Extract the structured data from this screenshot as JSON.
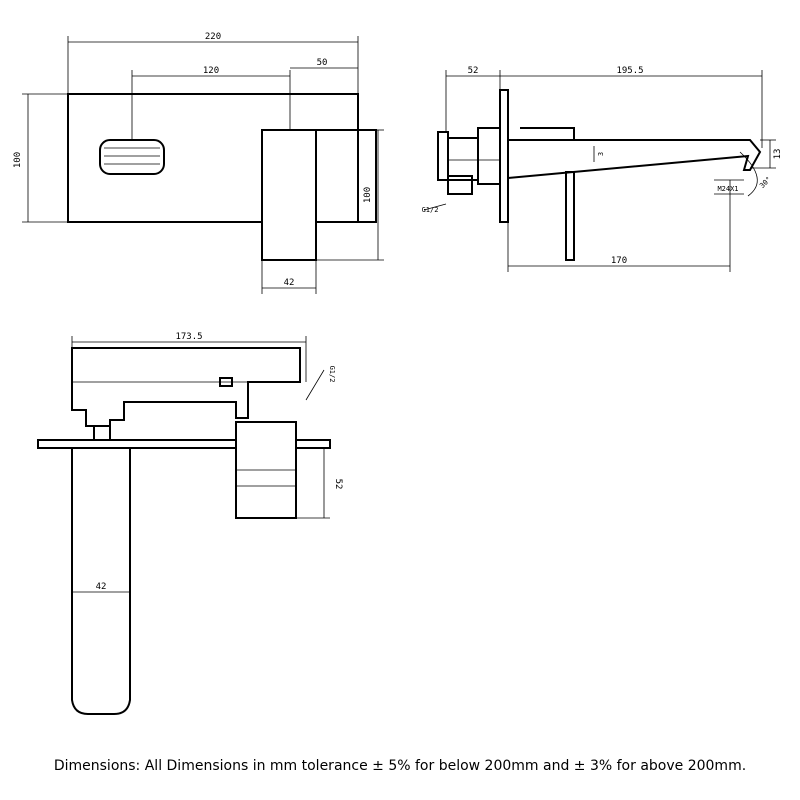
{
  "dimensions": {
    "front_width": "220",
    "front_spout_offset": "120",
    "front_handle_offset": "50",
    "front_height": "100",
    "handle_height": "100",
    "handle_width": "42",
    "side_wall_depth": "52",
    "side_spout_reach": "195.5",
    "side_base_depth": "170",
    "side_spout_height": "13",
    "side_outlet_gap": "3",
    "side_thread": "M24X1",
    "side_angle": "30°",
    "side_pipe": "G1/2",
    "top_length": "173.5",
    "top_pipe": "G1/2",
    "top_body_depth": "52",
    "top_handle_width": "42"
  },
  "note": "Dimensions: All Dimensions in mm tolerance ± 5% for below 200mm and ± 3% for above 200mm."
}
